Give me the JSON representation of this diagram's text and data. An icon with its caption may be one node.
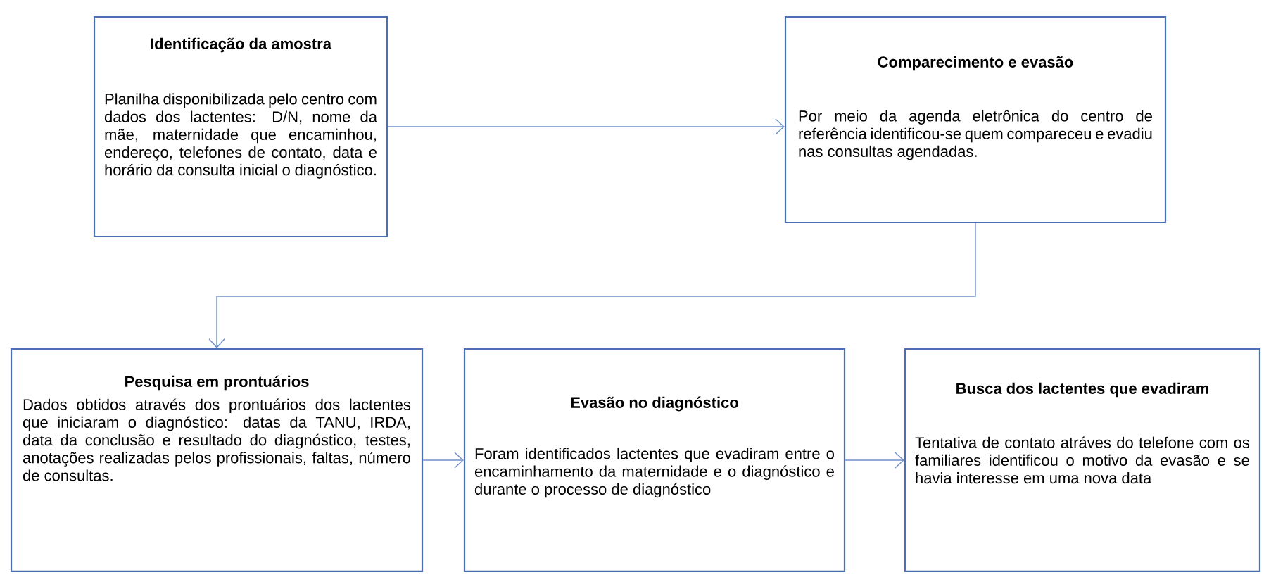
{
  "diagram": {
    "nodes": [
      {
        "text": [
          "Identificação da amostra",
          "Planilha disponibilizada pelo centro com dados dos lactentes: D/N, nome da mãe, maternidade que encaminhou, endereço, telefones de contato, data e horário da consulta inicial o diagnóstico."
        ]
      },
      {
        "text": [
          "Comparecimento e evasão",
          "Por meio da agenda eletrônica do centro de referência identificou-se quem compareceu e evadiu nas consultas agendadas."
        ]
      },
      {
        "text": [
          "Pesquisa em prontuários",
          "Dados obtidos através dos prontuários dos lactentes que iniciaram o diagnóstico: datas da TANU, IRDA, data da conclusão e resultado do diagnóstico, testes, anotações realizadas pelos profissionais, faltas, número de consultas."
        ]
      },
      {
        "text": [
          "Evasão no diagnóstico",
          "Foram identificados lactentes que evadiram entre o encaminhamento da maternidade e o diagnóstico e durante o processo de diagnóstico"
        ]
      },
      {
        "text": [
          "Busca dos lactentes que evadiram",
          "Tentativa de contato atráves do telefone com os familiares identificou o motivo da evasão e se havia interesse em uma nova data"
        ]
      }
    ],
    "edges": [
      {
        "from": 0,
        "to": 1,
        "arrow": "to"
      },
      {
        "from": 1,
        "to": 2,
        "arrow": "to"
      },
      {
        "from": 2,
        "to": 3,
        "arrow": "to"
      },
      {
        "from": 3,
        "to": 4,
        "arrow": "to"
      }
    ]
  }
}
